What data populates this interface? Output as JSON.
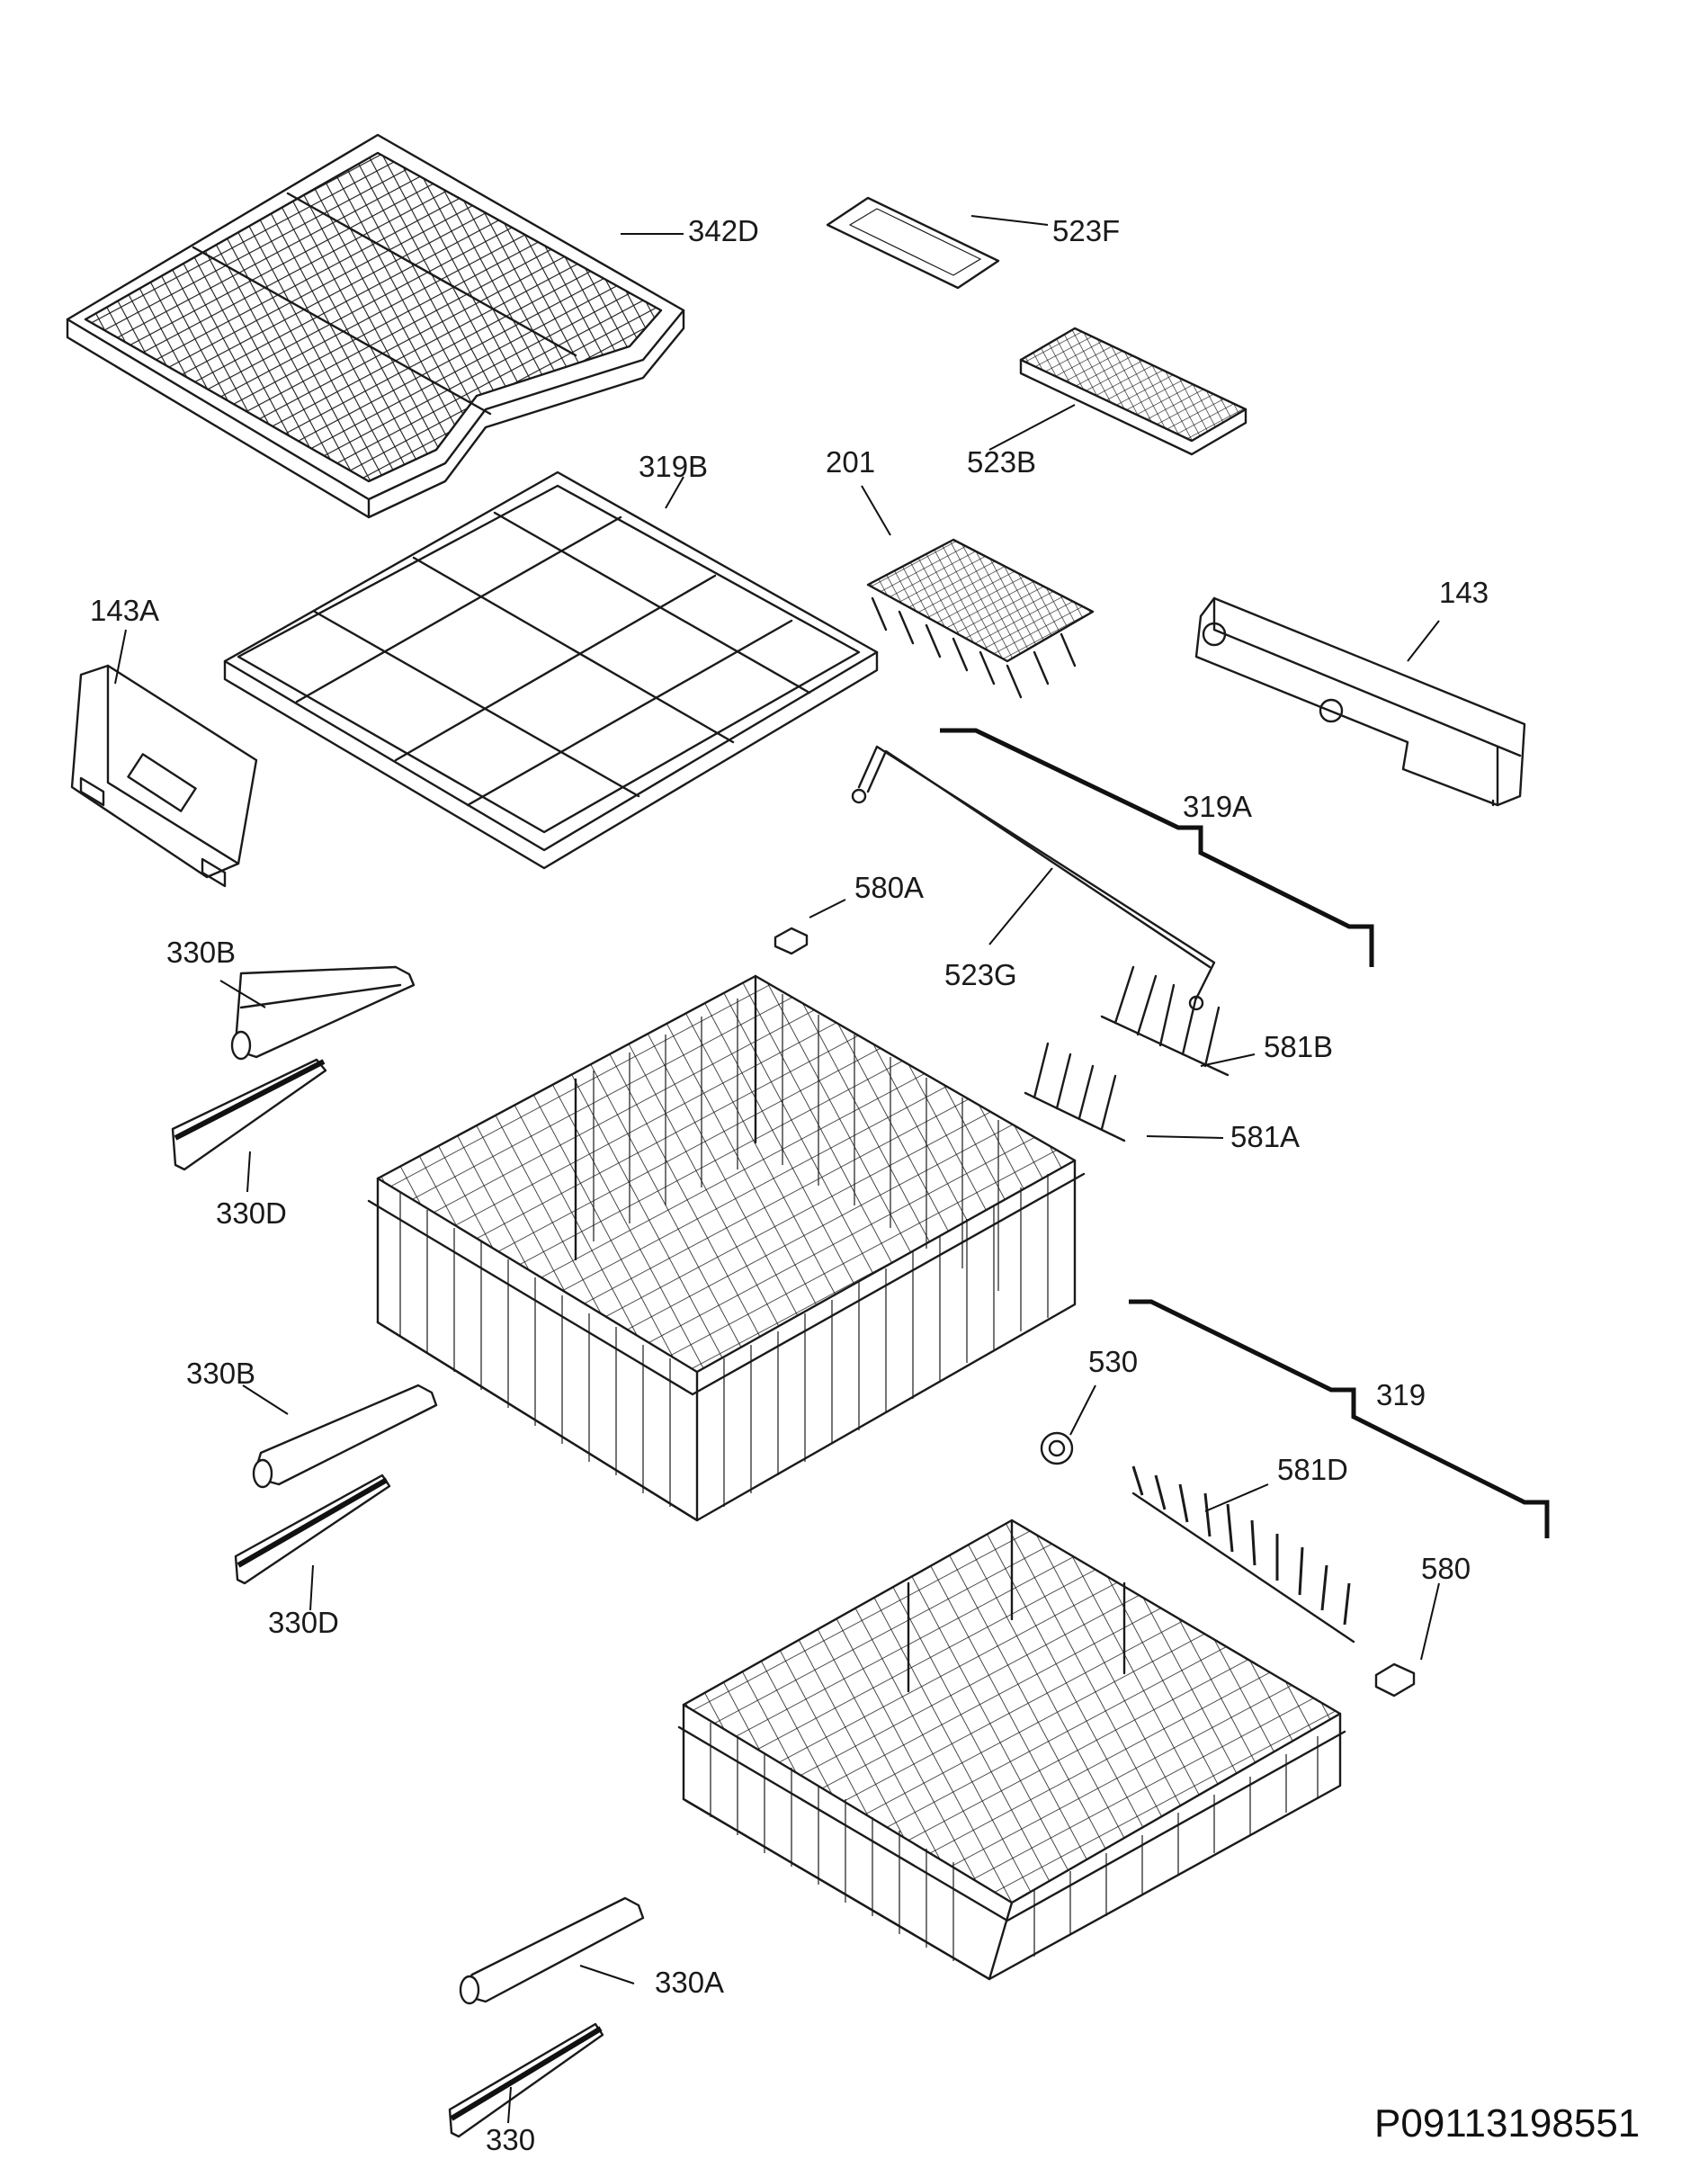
{
  "drawing_number": "P09113198551",
  "part_labels": {
    "342D": "342D",
    "523F": "523F",
    "523B": "523B",
    "319B": "319B",
    "201": "201",
    "143A": "143A",
    "143": "143",
    "319A": "319A",
    "580A": "580A",
    "523G": "523G",
    "330B_upper": "330B",
    "581B": "581B",
    "330D_upper": "330D",
    "581A": "581A",
    "530": "530",
    "319": "319",
    "330B_lower": "330B",
    "581D": "581D",
    "330D_lower": "330D",
    "580": "580",
    "330A": "330A",
    "330": "330"
  }
}
